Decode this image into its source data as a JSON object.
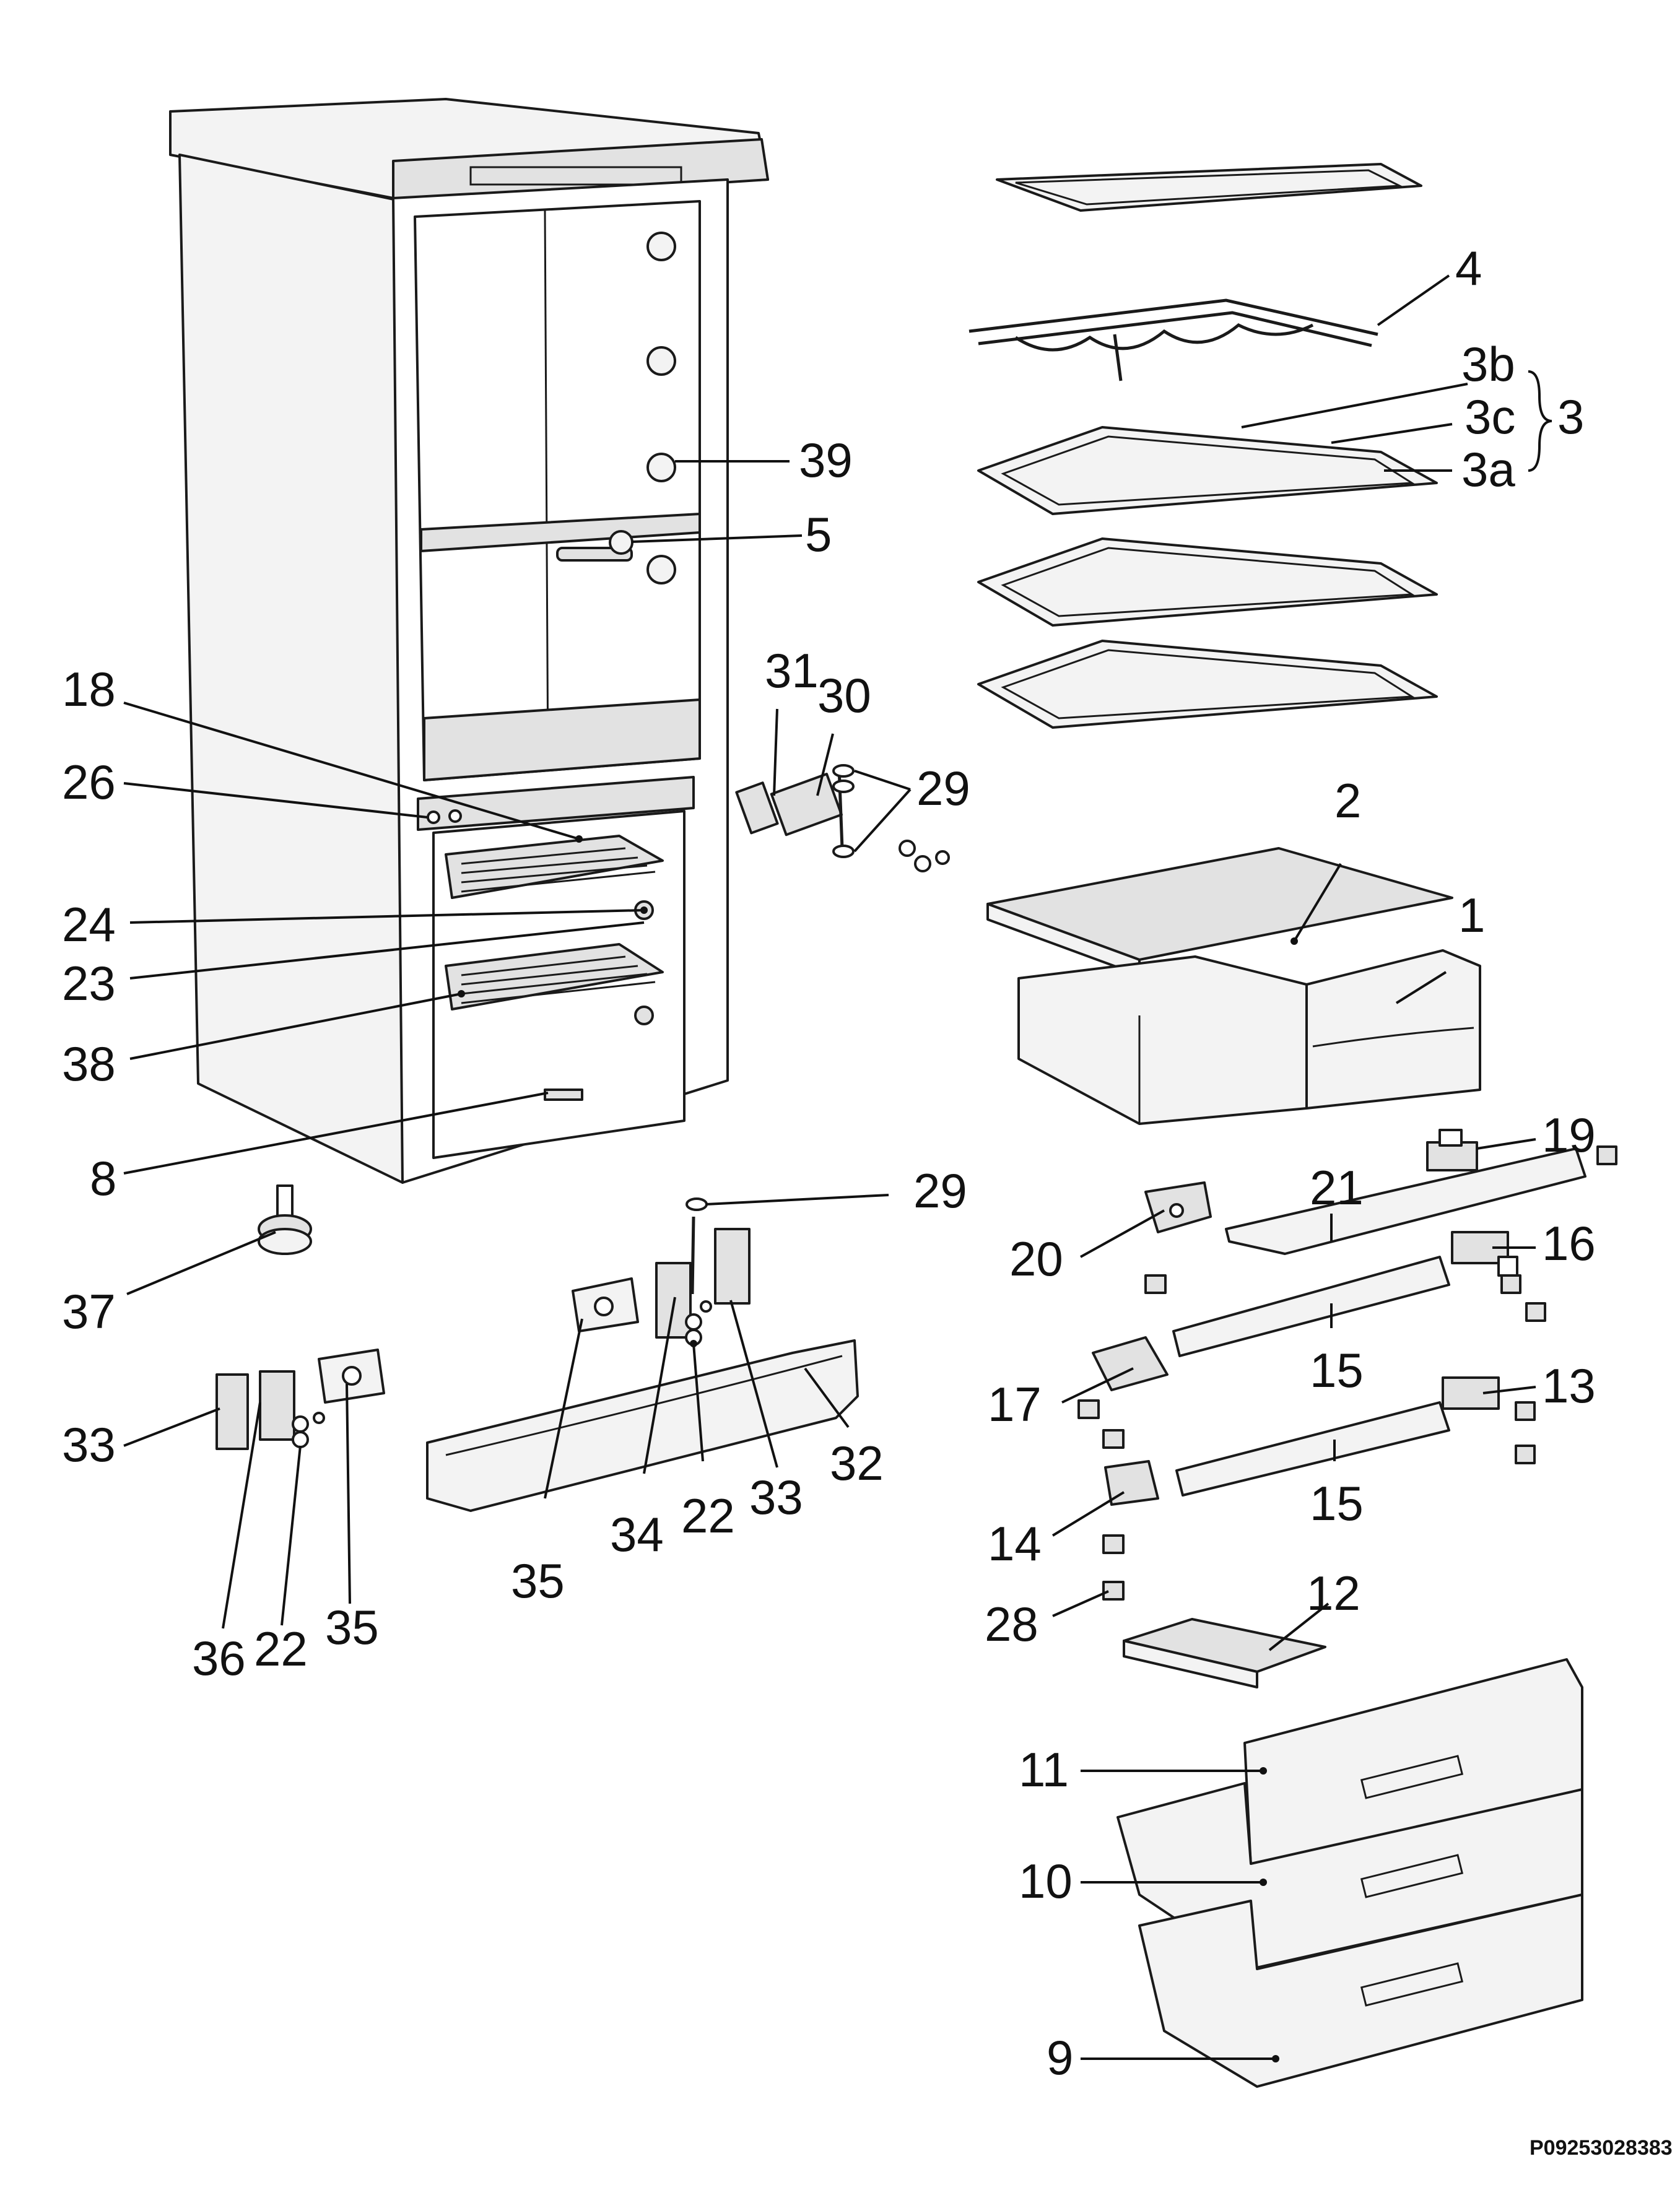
{
  "diagram": {
    "code": "P09253028383",
    "labels": {
      "l1": "1",
      "l2": "2",
      "l3": "3",
      "l3a": "3a",
      "l3b": "3b",
      "l3c": "3c",
      "l4": "4",
      "l5": "5",
      "l8": "8",
      "l9": "9",
      "l10": "10",
      "l11": "11",
      "l12": "12",
      "l13": "13",
      "l14": "14",
      "l15a": "15",
      "l15b": "15",
      "l16": "16",
      "l17": "17",
      "l18": "18",
      "l19": "19",
      "l20": "20",
      "l21": "21",
      "l22a": "22",
      "l22b": "22",
      "l23": "23",
      "l24": "24",
      "l26": "26",
      "l28": "28",
      "l29a": "29",
      "l29b": "29",
      "l30": "30",
      "l31": "31",
      "l32": "32",
      "l33a": "33",
      "l33b": "33",
      "l34": "34",
      "l35a": "35",
      "l35b": "35",
      "l36": "36",
      "l37": "37",
      "l38": "38",
      "l39": "39"
    }
  }
}
